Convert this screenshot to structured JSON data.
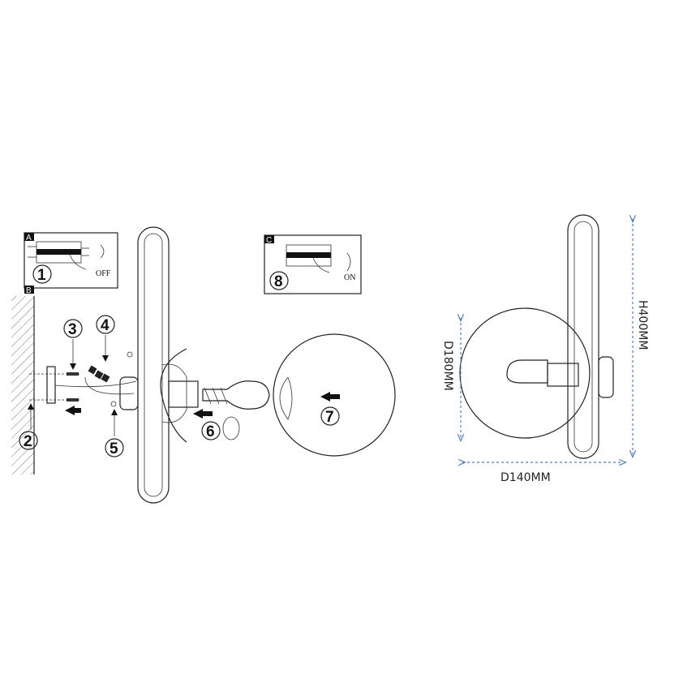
{
  "panels": {
    "a": {
      "tab": "A",
      "action": "OFF",
      "step": "1"
    },
    "b": {
      "tab": "B"
    },
    "c": {
      "tab": "C",
      "action": "ON",
      "step": "8"
    }
  },
  "steps": [
    "1",
    "2",
    "3",
    "4",
    "5",
    "6",
    "7",
    "8"
  ],
  "dimensions": {
    "globe_diameter": "D180MM",
    "height": "H400MM",
    "depth": "D140MM"
  },
  "colors": {
    "line": "#222222",
    "dimension": "#4a7fc0"
  }
}
